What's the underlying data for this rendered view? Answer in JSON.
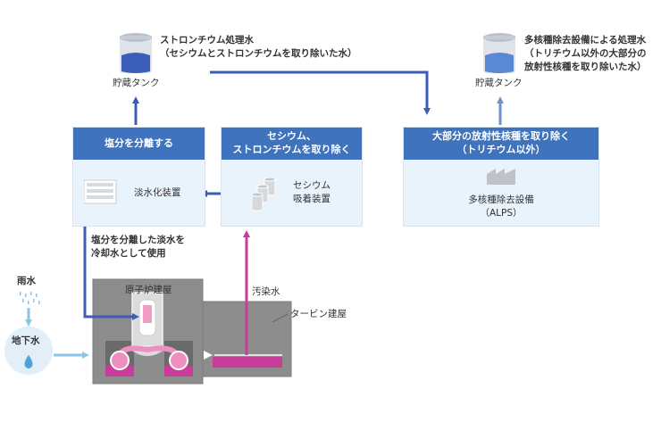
{
  "tank_left": {
    "label": "貯蔵タンク",
    "title_line1": "ストロンチウム処理水",
    "title_line2": "（セシウムとストロンチウムを取り除いた水）"
  },
  "tank_right": {
    "label": "貯蔵タンク",
    "title_line1": "多核種除去設備による処理水",
    "title_line2": "（トリチウム以外の大部分の",
    "title_line3": "放射性核種を取り除いた水）"
  },
  "box_desalination": {
    "header": "塩分を分離する",
    "equipment": "淡水化装置"
  },
  "box_cesium": {
    "header_line1": "セシウム、",
    "header_line2": "ストロンチウムを取り除く",
    "equipment_line1": "セシウム",
    "equipment_line2": "吸着装置"
  },
  "box_alps": {
    "header_line1": "大部分の放射性核種を取り除く",
    "header_line2": "（トリチウム以外）",
    "equipment_line1": "多核種除去設備",
    "equipment_line2": "（ALPS）"
  },
  "fresh_water_note": {
    "line1": "塩分を分離した淡水を",
    "line2": "冷却水として使用"
  },
  "reactor_building": "原子炉建屋",
  "turbine_building": "タービン建屋",
  "contaminated_water": "汚染水",
  "rain": "雨水",
  "groundwater": "地下水",
  "colors": {
    "blue_arrow": "#3f5cb5",
    "light_blue": "#8ec4e6",
    "magenta": "#c83d9a",
    "building_gray": "#8d8d8d",
    "header_blue": "#3f73bd",
    "box_bg": "#e9f3fb"
  }
}
